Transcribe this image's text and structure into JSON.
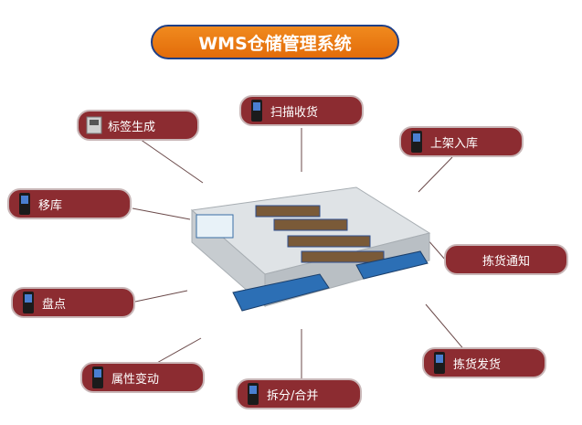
{
  "title": "WMS仓储管理系统",
  "nodes": {
    "scan_receive": "扫描收货",
    "label_generate": "标签生成",
    "shelving": "上架入库",
    "move": "移库",
    "pick_notice": "拣货通知",
    "inventory": "盘点",
    "attr_change": "属性变动",
    "split_merge": "拆分/合并",
    "pick_ship": "拣货发货"
  },
  "colors": {
    "pill": "#8c2c31",
    "title": "#e36c0a",
    "title_border": "#1f3f86"
  }
}
